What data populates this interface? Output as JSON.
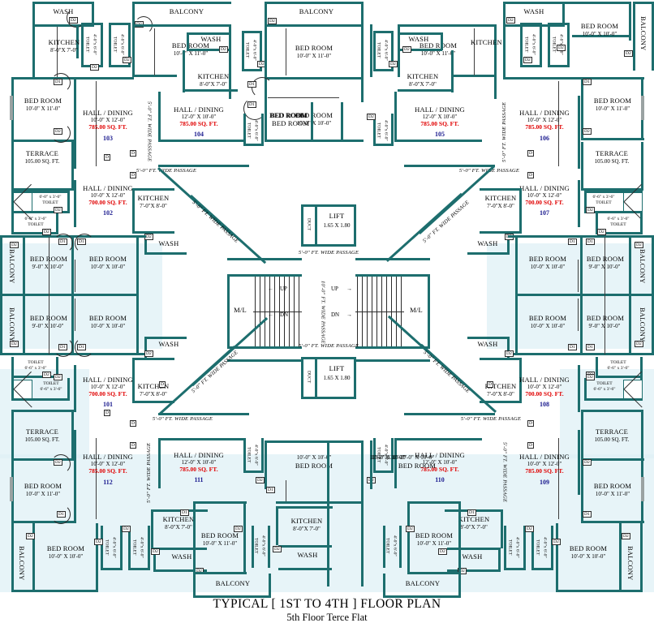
{
  "title": {
    "main": "TYPICAL [ 1ST TO 4TH ] FLOOR PLAN",
    "sub": "5th Floor Terce Flat"
  },
  "labels": {
    "wash": "WASH",
    "balcony": "BALCONY",
    "kitchen": "KITCHEN",
    "bed_room": "BED ROOM",
    "hall_dining": "HALL / DINING",
    "toilet": "TOILET",
    "terrace": "TERRACE",
    "lift": "LIFT",
    "ml": "M/L",
    "up": "UP",
    "dn": "DN",
    "duct": "DUCT",
    "d": "D",
    "d1": "D1",
    "d2": "D2"
  },
  "dims": {
    "kitchen_a": "8'-0\"X 7'-0\"",
    "kitchen_b": "7'-0\"X 8'-0\"",
    "bed_10x11": "10'-0\" X 11'-0\"",
    "bed_10x10": "10'-0\" X 10'-0\"",
    "bed_9x10": "9'-0\" X 10'-0\"",
    "hall_10x12": "10'-0\" X 12'-0\"",
    "hall_12x10": "12'-0\" X 10'-0\"",
    "toilet_4x6": "4'-0\"x 6'-0\"",
    "toilet_6x36": "6'-0\" x 3'-6\"",
    "toilet_66x36": "6'-6\" x 3'-6\"",
    "terrace_area": "105.00 SQ. FT.",
    "lift_size": "1.65 X 1.80",
    "sq785": "785.00 SQ. FT.",
    "sq700": "700.00 SQ. FT."
  },
  "passages": {
    "five": "5'-0\" FT. WIDE  PASSAGE",
    "ten": "10'-0\" FT. WIDE  PASSAGE",
    "five_diag": "5'-0\" FT. WIDE  PASSAGE"
  },
  "units": [
    {
      "id": "101",
      "hall": "HALL / DINING",
      "dim": "10'-0\" X 12'-0\"",
      "area": "700.00 SQ. FT."
    },
    {
      "id": "102",
      "hall": "HALL / DINING",
      "dim": "10'-0\" X 12'-0\"",
      "area": "700.00 SQ. FT."
    },
    {
      "id": "103",
      "hall": "HALL / DINING",
      "dim": "10'-0\" X 12'-0\"",
      "area": "785.00 SQ. FT."
    },
    {
      "id": "104",
      "hall": "HALL / DINING",
      "dim": "12'-0\" X 10'-0\"",
      "area": "785.00 SQ. FT."
    },
    {
      "id": "105",
      "hall": "HALL / DINING",
      "dim": "12'-0\" X 10'-0\"",
      "area": "785.00 SQ. FT."
    },
    {
      "id": "106",
      "hall": "HALL / DINING",
      "dim": "10'-0\" X 12'-0\"",
      "area": "785.00 SQ. FT."
    },
    {
      "id": "107",
      "hall": "HALL / DINING",
      "dim": "10'-0\" X 12'-0\"",
      "area": "700.00 SQ. FT."
    },
    {
      "id": "108",
      "hall": "HALL / DINING",
      "dim": "10'-0\" X 12'-0\"",
      "area": "700.00 SQ. FT."
    },
    {
      "id": "109",
      "hall": "HALL / DINING",
      "dim": "10'-0\" X 12'-0\"",
      "area": "785.00 SQ. FT."
    },
    {
      "id": "110",
      "hall": "HALL / DINING",
      "dim": "12'-0\" X 10'-0\"",
      "area": "785.00 SQ. FT."
    },
    {
      "id": "111",
      "hall": "HALL / DINING",
      "dim": "12'-0\" X 10'-0\"",
      "area": "785.00 SQ. FT."
    },
    {
      "id": "112",
      "hall": "HALL / DINING",
      "dim": "10'-0\" X 12'-0\"",
      "area": "785.00 SQ. FT."
    }
  ],
  "colors": {
    "wall": "#1d6e6e",
    "area_text": "#e00000",
    "unit_text": "#1b1b8f",
    "tint": "#dff0f5",
    "line": "#3d3d3d"
  }
}
